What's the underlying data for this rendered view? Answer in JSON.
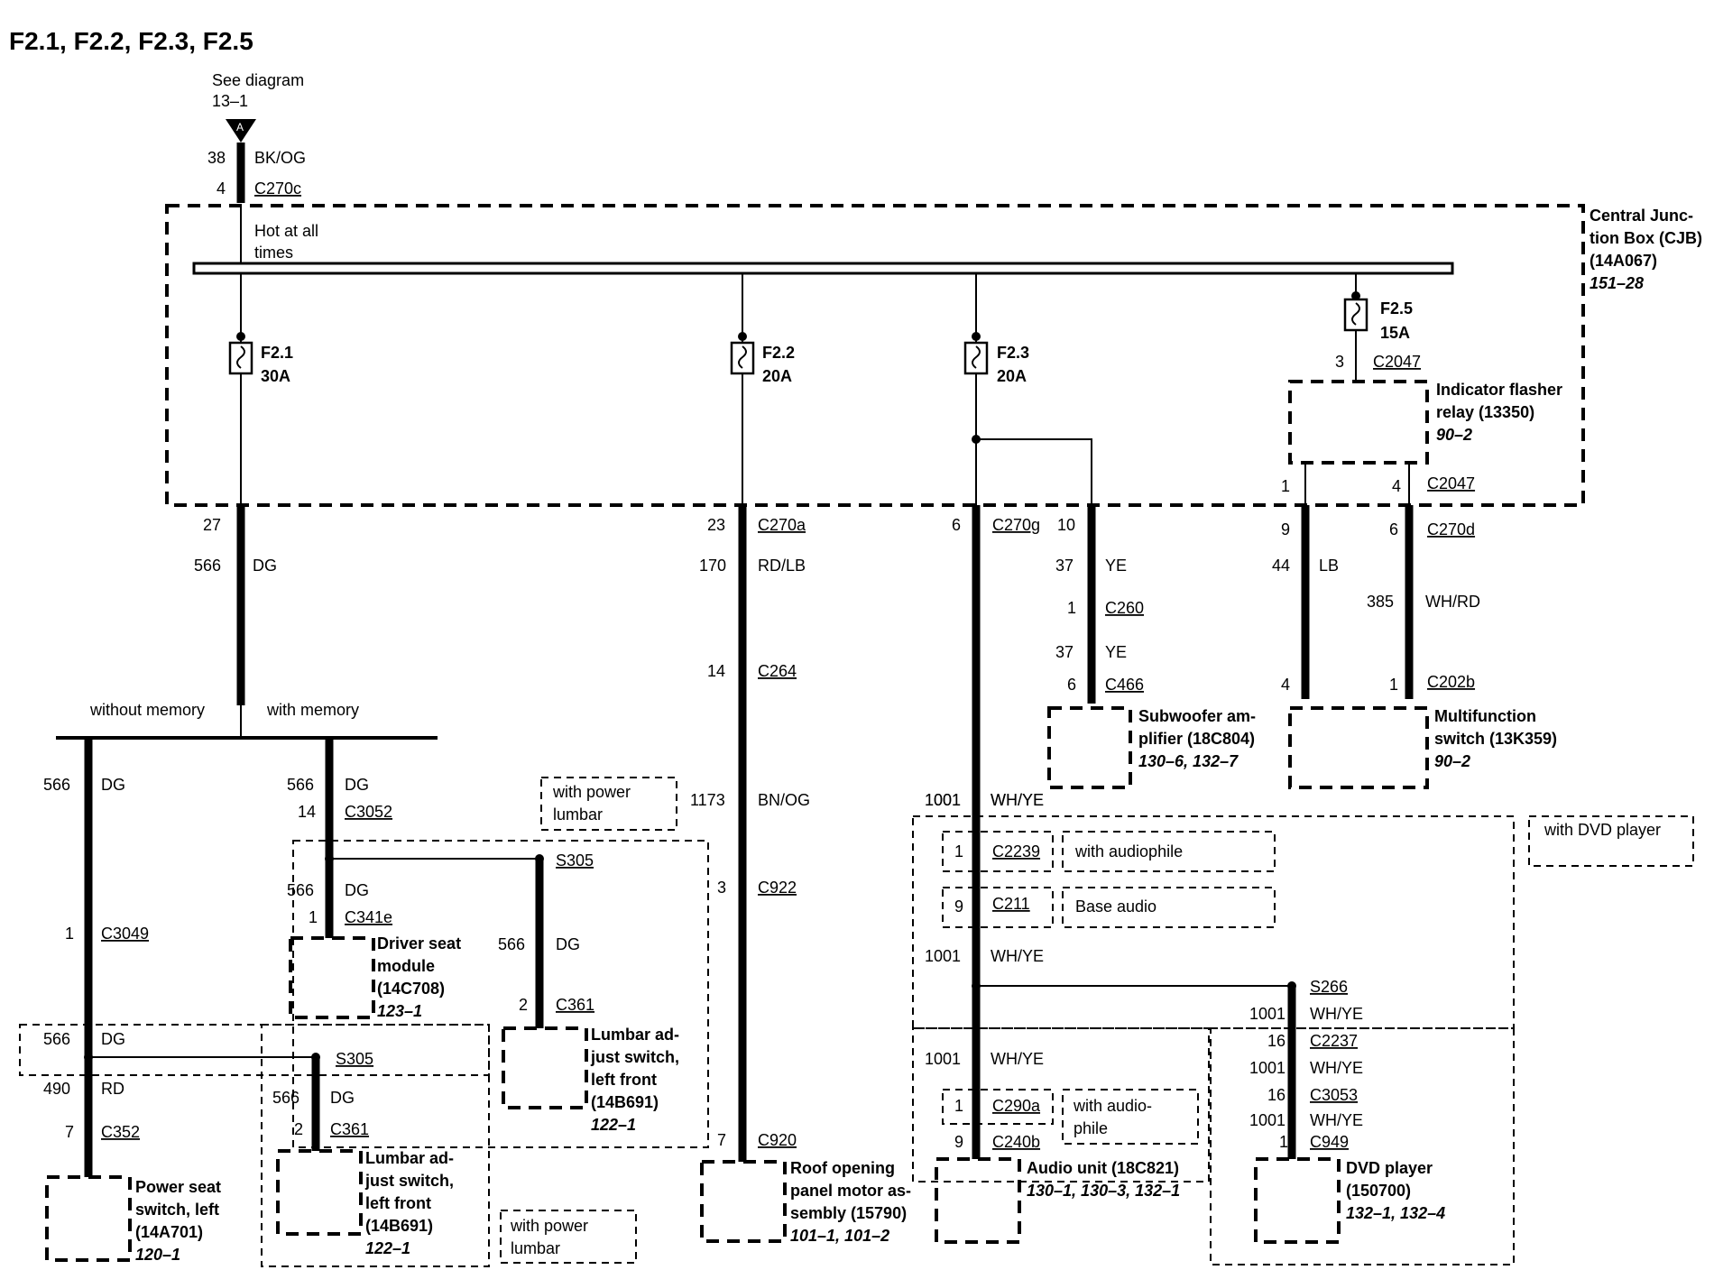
{
  "title": "F2.1, F2.2, F2.3, F2.5",
  "source_ref": {
    "line1": "See diagram",
    "line2": "13–1",
    "marker": "A"
  },
  "input_wire": {
    "circuit": "38",
    "color": "BK/OG",
    "pin": "4",
    "connector": "C270c"
  },
  "cjb": {
    "l1": "Central Junc-",
    "l2": "tion Box (CJB)",
    "l3": "(14A067)",
    "ref": "151–28",
    "hot1": "Hot at all",
    "hot2": "times"
  },
  "fuses": {
    "f21": {
      "name": "F2.1",
      "rating": "30A"
    },
    "f22": {
      "name": "F2.2",
      "rating": "20A"
    },
    "f23": {
      "name": "F2.3",
      "rating": "20A"
    },
    "f25": {
      "name": "F2.5",
      "rating": "15A"
    }
  },
  "relay": {
    "l1": "Indicator flasher",
    "l2": "relay (13350)",
    "ref": "90–2",
    "pin_top": "3",
    "conn_top": "C2047",
    "pin1": "1",
    "pin4": "4",
    "conn_bot": "C2047"
  },
  "outputs": {
    "f21": {
      "pin": "27",
      "circuit": "566",
      "color": "DG"
    },
    "f22": {
      "pin": "23",
      "conn": "C270a",
      "circuit": "170",
      "color": "RD/LB",
      "pin2": "14",
      "conn2": "C264",
      "circuit2": "1173",
      "color2": "BN/OG",
      "pin3": "3",
      "conn3": "C922",
      "pin4": "7",
      "conn4": "C920"
    },
    "f23": {
      "pin": "6",
      "conn": "C270g",
      "sub_pin": "10",
      "circuit": "1001",
      "color": "WH/YE"
    },
    "lb": {
      "pin": "9",
      "circuit": "44",
      "color": "LB",
      "pin_bot": "4"
    },
    "whrd": {
      "pin": "6",
      "conn": "C270d",
      "circuit": "385",
      "color": "WH/RD",
      "pin_bot": "1",
      "conn_bot": "C202b"
    },
    "sub": {
      "circuit": "37",
      "color": "YE",
      "pin": "1",
      "conn": "C260",
      "circuit2": "37",
      "color2": "YE",
      "pin2": "6",
      "conn2": "C466"
    }
  },
  "memory": {
    "without": "without memory",
    "with": "with memory"
  },
  "left": {
    "circuit": "566",
    "color": "DG",
    "pin": "1",
    "conn": "C3049",
    "circuit2": "566",
    "color2": "DG",
    "splice": "S305",
    "circuit3": "490",
    "color3": "RD",
    "pin3": "7",
    "conn3": "C352",
    "circuit4": "566",
    "color4": "DG",
    "pin4": "2",
    "conn4": "C361"
  },
  "right_mem": {
    "circuit": "566",
    "color": "DG",
    "pin": "14",
    "conn": "C3052",
    "splice": "S305",
    "circuit2": "566",
    "color2": "DG",
    "pin2": "1",
    "conn2": "C341e",
    "circuit3": "566",
    "color3": "DG",
    "pin3": "2",
    "conn3": "C361"
  },
  "options": {
    "power_lumbar_1": "with power",
    "power_lumbar_2": "lumbar",
    "dvd": "with DVD player",
    "audiophile": "with audiophile",
    "base_audio": "Base audio",
    "audio_phile_1": "with audio-",
    "audio_phile_2": "phile"
  },
  "audio": {
    "circuit": "1001",
    "color": "WH/YE",
    "c2239_pin": "1",
    "c2239": "C2239",
    "c211_pin": "9",
    "c211": "C211",
    "circuit2": "1001",
    "color2": "WH/YE",
    "circuit3": "1001",
    "color3": "WH/YE",
    "c290a_pin": "1",
    "c290a": "C290a",
    "c240b_pin": "9",
    "c240b": "C240b",
    "splice": "S266",
    "d1": "1001",
    "d1c": "WH/YE",
    "d2_pin": "16",
    "d2": "C2237",
    "d3": "1001",
    "d3c": "WH/YE",
    "d4_pin": "16",
    "d4": "C3053",
    "d5": "1001",
    "d5c": "WH/YE",
    "d6_pin": "1",
    "d6": "C949"
  },
  "components": {
    "power_seat": {
      "l1": "Power seat",
      "l2": "switch, left",
      "l3": "(14A701)",
      "ref": "120–1"
    },
    "lumbar_left": {
      "l1": "Lumbar ad-",
      "l2": "just switch,",
      "l3": "left front",
      "l4": "(14B691)",
      "ref": "122–1"
    },
    "driver_seat": {
      "l1": "Driver seat",
      "l2": "module",
      "l3": "(14C708)",
      "ref": "123–1"
    },
    "lumbar_right": {
      "l1": "Lumbar ad-",
      "l2": "just switch,",
      "l3": "left front",
      "l4": "(14B691)",
      "ref": "122–1"
    },
    "roof": {
      "l1": "Roof opening",
      "l2": "panel motor as-",
      "l3": "sembly (15790)",
      "ref": "101–1, 101–2"
    },
    "audio_unit": {
      "l1": "Audio unit (18C821)",
      "ref": "130–1, 130–3, 132–1"
    },
    "dvd": {
      "l1": "DVD player",
      "l2": "(150700)",
      "ref": "132–1, 132–4"
    },
    "subwoofer": {
      "l1": "Subwoofer am-",
      "l2": "plifier (18C804)",
      "ref": "130–6, 132–7"
    },
    "mfs": {
      "l1": "Multifunction",
      "l2": "switch (13K359)",
      "ref": "90–2"
    }
  }
}
